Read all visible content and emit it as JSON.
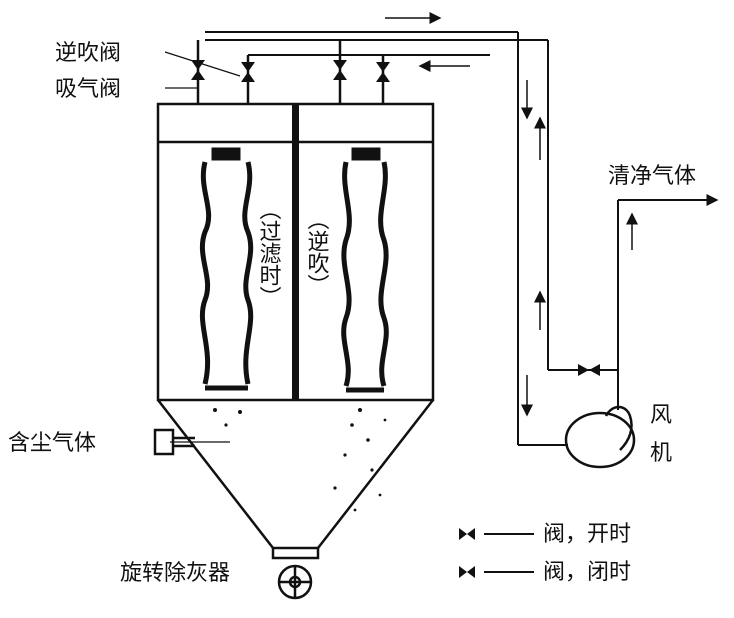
{
  "labels": {
    "reverse_blow_valve": "逆吹阀",
    "suction_valve": "吸气阀",
    "clean_gas": "清净气体",
    "fan_line1": "风",
    "fan_line2": "机",
    "filtering": "（过滤时）",
    "reverse_blowing": "（逆吹）",
    "dusty_gas": "含尘气体",
    "rotary_discharger": "旋转除灰器"
  },
  "legend": {
    "valve_open": "阀，开时",
    "valve_closed": "阀，闭时"
  },
  "colors": {
    "ink": "#111111",
    "background": "#ffffff"
  }
}
